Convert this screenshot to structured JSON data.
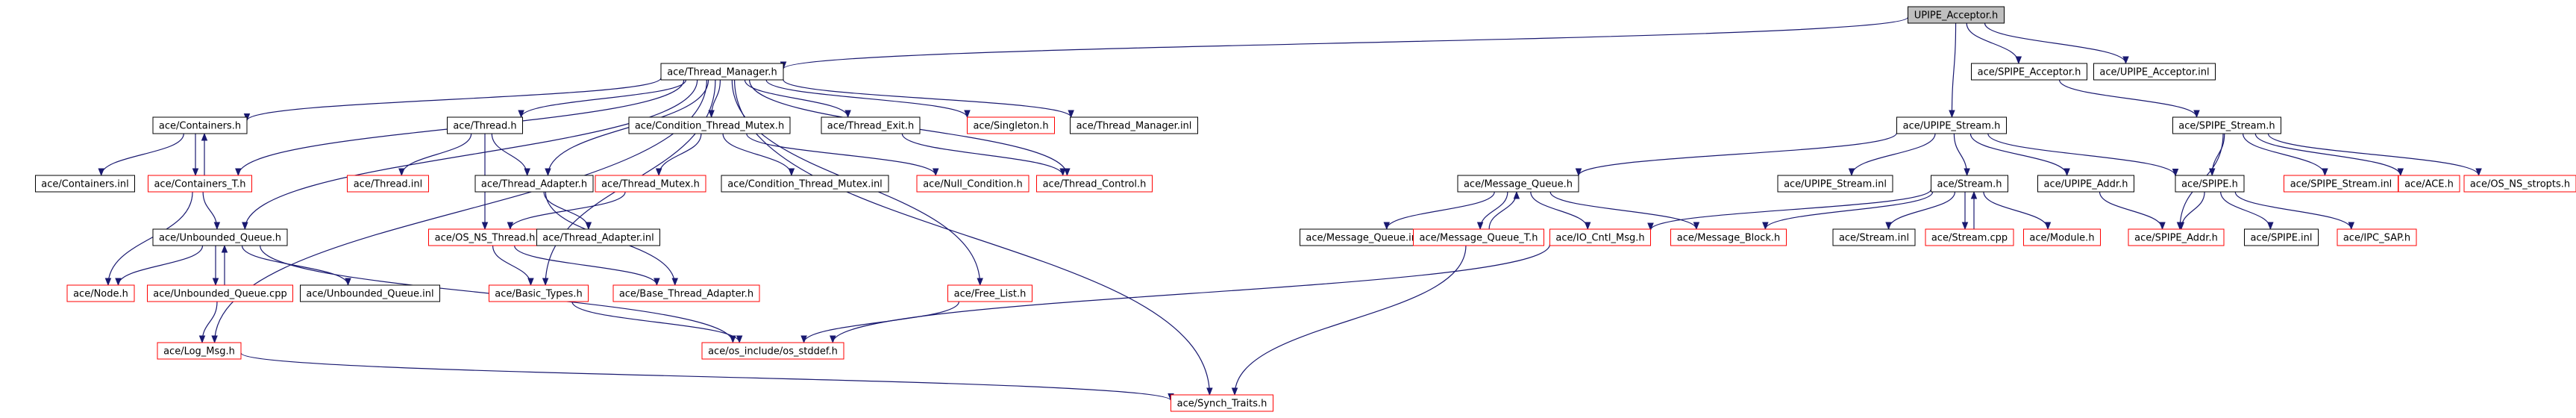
{
  "colors": {
    "root_fill": "#bfbfbf",
    "border_normal": "#000000",
    "border_red": "#ff0000",
    "edge": "#191970"
  },
  "nodes": [
    {
      "id": "root",
      "label": "UPIPE_Acceptor.h",
      "style": "root"
    },
    {
      "id": "tm",
      "label": "ace/Thread_Manager.h",
      "style": "black"
    },
    {
      "id": "spa",
      "label": "ace/SPIPE_Acceptor.h",
      "style": "black"
    },
    {
      "id": "upai",
      "label": "ace/UPIPE_Acceptor.inl",
      "style": "black"
    },
    {
      "id": "upstr",
      "label": "ace/UPIPE_Stream.h",
      "style": "black"
    },
    {
      "id": "spstr",
      "label": "ace/SPIPE_Stream.h",
      "style": "black"
    },
    {
      "id": "cont",
      "label": "ace/Containers.h",
      "style": "black"
    },
    {
      "id": "thr",
      "label": "ace/Thread.h",
      "style": "black"
    },
    {
      "id": "ctm",
      "label": "ace/Condition_Thread_Mutex.h",
      "style": "black"
    },
    {
      "id": "texit",
      "label": "ace/Thread_Exit.h",
      "style": "black"
    },
    {
      "id": "sing",
      "label": "ace/Singleton.h",
      "style": "red"
    },
    {
      "id": "tmi",
      "label": "ace/Thread_Manager.inl",
      "style": "black"
    },
    {
      "id": "conti",
      "label": "ace/Containers.inl",
      "style": "black"
    },
    {
      "id": "contt",
      "label": "ace/Containers_T.h",
      "style": "red"
    },
    {
      "id": "thri",
      "label": "ace/Thread.inl",
      "style": "red"
    },
    {
      "id": "tad",
      "label": "ace/Thread_Adapter.h",
      "style": "black"
    },
    {
      "id": "tmut",
      "label": "ace/Thread_Mutex.h",
      "style": "red"
    },
    {
      "id": "ctmi",
      "label": "ace/Condition_Thread_Mutex.inl",
      "style": "black"
    },
    {
      "id": "ncond",
      "label": "ace/Null_Condition.h",
      "style": "red"
    },
    {
      "id": "tctl",
      "label": "ace/Thread_Control.h",
      "style": "red"
    },
    {
      "id": "mq",
      "label": "ace/Message_Queue.h",
      "style": "black"
    },
    {
      "id": "upstri",
      "label": "ace/UPIPE_Stream.inl",
      "style": "black"
    },
    {
      "id": "stream",
      "label": "ace/Stream.h",
      "style": "black"
    },
    {
      "id": "upaddr",
      "label": "ace/UPIPE_Addr.h",
      "style": "black"
    },
    {
      "id": "spipe",
      "label": "ace/SPIPE.h",
      "style": "black"
    },
    {
      "id": "spstri",
      "label": "ace/SPIPE_Stream.inl",
      "style": "red"
    },
    {
      "id": "ace",
      "label": "ace/ACE.h",
      "style": "red"
    },
    {
      "id": "osns",
      "label": "ace/OS_NS_stropts.h",
      "style": "red"
    },
    {
      "id": "uq",
      "label": "ace/Unbounded_Queue.h",
      "style": "black"
    },
    {
      "id": "osnst",
      "label": "ace/OS_NS_Thread.h",
      "style": "red"
    },
    {
      "id": "tadi",
      "label": "ace/Thread_Adapter.inl",
      "style": "black"
    },
    {
      "id": "mqi",
      "label": "ace/Message_Queue.inl",
      "style": "black"
    },
    {
      "id": "mqt",
      "label": "ace/Message_Queue_T.h",
      "style": "red"
    },
    {
      "id": "ioc",
      "label": "ace/IO_Cntl_Msg.h",
      "style": "red"
    },
    {
      "id": "mb",
      "label": "ace/Message_Block.h",
      "style": "red"
    },
    {
      "id": "streami",
      "label": "ace/Stream.inl",
      "style": "black"
    },
    {
      "id": "streamc",
      "label": "ace/Stream.cpp",
      "style": "red"
    },
    {
      "id": "module",
      "label": "ace/Module.h",
      "style": "red"
    },
    {
      "id": "spaddr",
      "label": "ace/SPIPE_Addr.h",
      "style": "red"
    },
    {
      "id": "spipei",
      "label": "ace/SPIPE.inl",
      "style": "black"
    },
    {
      "id": "ipc",
      "label": "ace/IPC_SAP.h",
      "style": "red"
    },
    {
      "id": "node",
      "label": "ace/Node.h",
      "style": "red"
    },
    {
      "id": "uqc",
      "label": "ace/Unbounded_Queue.cpp",
      "style": "red"
    },
    {
      "id": "uqi",
      "label": "ace/Unbounded_Queue.inl",
      "style": "black"
    },
    {
      "id": "btypes",
      "label": "ace/Basic_Types.h",
      "style": "red"
    },
    {
      "id": "btad",
      "label": "ace/Base_Thread_Adapter.h",
      "style": "red"
    },
    {
      "id": "flist",
      "label": "ace/Free_List.h",
      "style": "red"
    },
    {
      "id": "logm",
      "label": "ace/Log_Msg.h",
      "style": "red"
    },
    {
      "id": "stddef",
      "label": "ace/os_include/os_stddef.h",
      "style": "red"
    },
    {
      "id": "synch",
      "label": "ace/Synch_Traits.h",
      "style": "red"
    }
  ],
  "edges": [
    [
      "root",
      "tm"
    ],
    [
      "root",
      "spa"
    ],
    [
      "root",
      "upai"
    ],
    [
      "root",
      "upstr"
    ],
    [
      "spa",
      "spstr"
    ],
    [
      "upstr",
      "mq"
    ],
    [
      "upstr",
      "upstri"
    ],
    [
      "upstr",
      "stream"
    ],
    [
      "upstr",
      "upaddr"
    ],
    [
      "upstr",
      "spipe"
    ],
    [
      "spstr",
      "spipe"
    ],
    [
      "spstr",
      "spstri"
    ],
    [
      "spstr",
      "ace"
    ],
    [
      "spstr",
      "osns"
    ],
    [
      "spstr",
      "spaddr"
    ],
    [
      "spipe",
      "spaddr"
    ],
    [
      "spipe",
      "spipei"
    ],
    [
      "spipe",
      "ipc"
    ],
    [
      "upaddr",
      "spaddr"
    ],
    [
      "stream",
      "streami"
    ],
    [
      "stream",
      "streamc"
    ],
    [
      "stream",
      "module"
    ],
    [
      "stream",
      "mb"
    ],
    [
      "stream",
      "ioc"
    ],
    [
      "streamc",
      "stream"
    ],
    [
      "mq",
      "mqi"
    ],
    [
      "mq",
      "mqt"
    ],
    [
      "mq",
      "ioc"
    ],
    [
      "mq",
      "mb"
    ],
    [
      "mqt",
      "mq"
    ],
    [
      "mqt",
      "synch"
    ],
    [
      "ioc",
      "stddef"
    ],
    [
      "tm",
      "cont"
    ],
    [
      "tm",
      "thr"
    ],
    [
      "tm",
      "ctm"
    ],
    [
      "tm",
      "texit"
    ],
    [
      "tm",
      "sing"
    ],
    [
      "tm",
      "tmi"
    ],
    [
      "tm",
      "tad"
    ],
    [
      "tm",
      "uq"
    ],
    [
      "tm",
      "btypes"
    ],
    [
      "tm",
      "logm"
    ],
    [
      "tm",
      "synch"
    ],
    [
      "tm",
      "tctl"
    ],
    [
      "tm",
      "flist"
    ],
    [
      "tm",
      "contt"
    ],
    [
      "cont",
      "conti"
    ],
    [
      "cont",
      "contt"
    ],
    [
      "contt",
      "cont"
    ],
    [
      "contt",
      "uq"
    ],
    [
      "contt",
      "node"
    ],
    [
      "thr",
      "thri"
    ],
    [
      "thr",
      "tad"
    ],
    [
      "thr",
      "osnst"
    ],
    [
      "tad",
      "tadi"
    ],
    [
      "tad",
      "btad"
    ],
    [
      "ctm",
      "tmut"
    ],
    [
      "ctm",
      "ctmi"
    ],
    [
      "ctm",
      "ncond"
    ],
    [
      "texit",
      "tctl"
    ],
    [
      "tmut",
      "osnst"
    ],
    [
      "osnst",
      "btypes"
    ],
    [
      "osnst",
      "btad"
    ],
    [
      "uq",
      "node"
    ],
    [
      "uq",
      "uqc"
    ],
    [
      "uq",
      "uqi"
    ],
    [
      "uq",
      "stddef"
    ],
    [
      "uqc",
      "uq"
    ],
    [
      "uqc",
      "logm"
    ],
    [
      "btypes",
      "stddef"
    ],
    [
      "flist",
      "stddef"
    ],
    [
      "logm",
      "synch"
    ]
  ]
}
